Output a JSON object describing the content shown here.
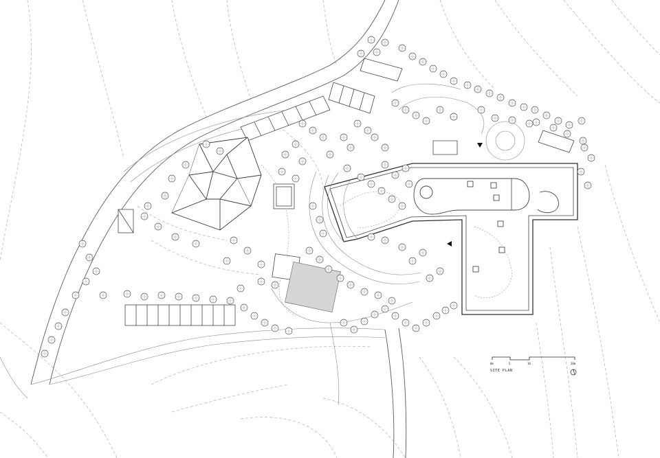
{
  "drawing": {
    "title": "SITE PLAN"
  },
  "scale_bar": {
    "ticks": [
      "0m",
      "5",
      "10",
      "20m"
    ]
  },
  "symbols": {
    "north_arrow": "north-arrow-icon",
    "entry_markers": [
      "entry-arrow-icon",
      "entry-arrow-icon"
    ]
  },
  "colors": {
    "line": "#2f2f2f",
    "contour": "#b9b9b9",
    "hatch": "#d6d6d6",
    "paper": "#ffffff"
  }
}
